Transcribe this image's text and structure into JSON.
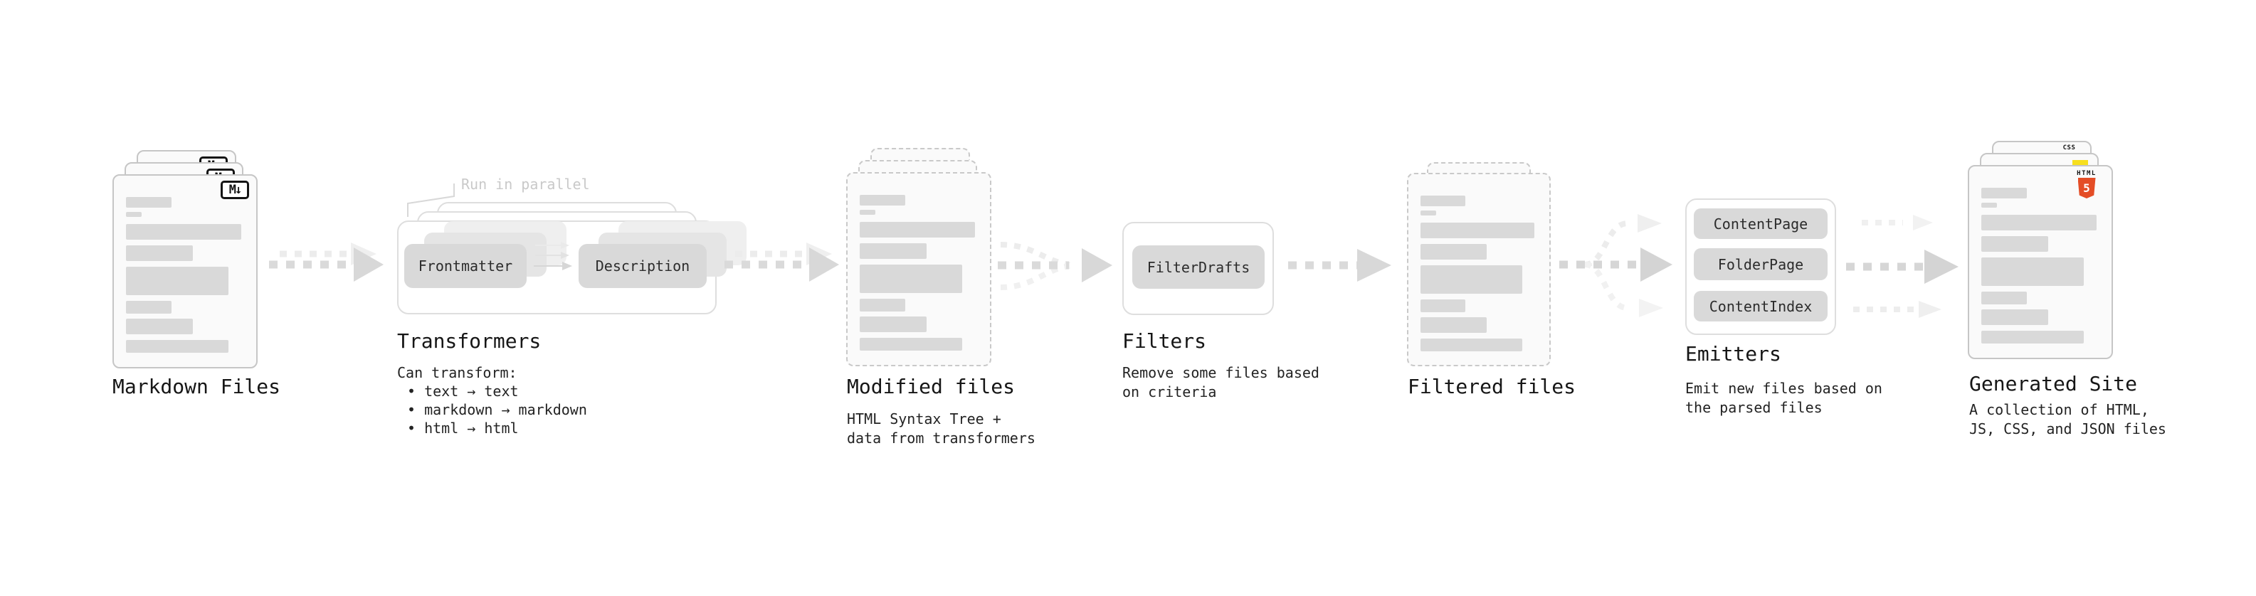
{
  "markdown_files": {
    "title": "Markdown Files"
  },
  "transformers": {
    "annotation": "Run in parallel",
    "pill_left": "Frontmatter",
    "pill_right": "Description",
    "title": "Transformers",
    "subtitle": "Can transform:",
    "bullets": [
      "• text → text",
      "• markdown → markdown",
      "• html → html"
    ]
  },
  "modified_files": {
    "title": "Modified files",
    "subtitle_line_1": "HTML Syntax Tree +",
    "subtitle_line_2": "data from transformers"
  },
  "filters": {
    "pill": "FilterDrafts",
    "title": "Filters",
    "subtitle_line_1": "Remove some files based",
    "subtitle_line_2": "on criteria"
  },
  "filtered_files": {
    "title": "Filtered files"
  },
  "emitters": {
    "pills": [
      "ContentPage",
      "FolderPage",
      "ContentIndex"
    ],
    "title": "Emitters",
    "subtitle_line_1": "Emit new files based on",
    "subtitle_line_2": "the parsed files"
  },
  "generated_site": {
    "title": "Generated Site",
    "subtitle_line_1": "A collection of HTML,",
    "subtitle_line_2": "JS, CSS, and JSON files"
  },
  "icons": {
    "markdown_badge": "M↓",
    "html5_word": "HTML",
    "html5_numeral": "5",
    "css_badge": "CSS"
  },
  "colors": {
    "html5_orange": "#e44d26",
    "js_yellow": "#f7df1e",
    "css_blue": "#2965f1",
    "pill_gray": "#d9d9d9",
    "arrow_gray": "#d8d8d8",
    "annotation_gray": "#c9c9c9"
  }
}
